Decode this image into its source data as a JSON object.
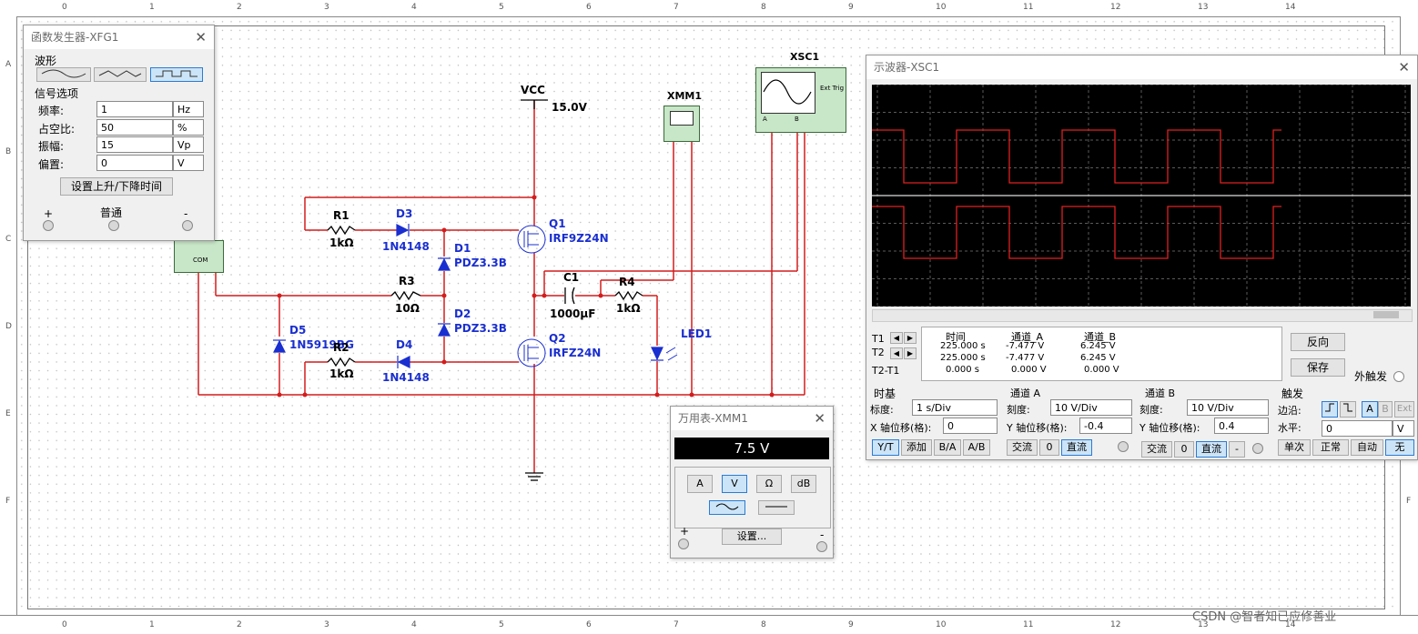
{
  "rulers": {
    "columns": [
      "0",
      "1",
      "2",
      "3",
      "4",
      "5",
      "6",
      "7",
      "8",
      "9",
      "10",
      "11",
      "12",
      "13",
      "14"
    ],
    "rows": [
      "A",
      "B",
      "C",
      "D",
      "E",
      "F"
    ]
  },
  "schematic": {
    "vcc": {
      "label": "VCC",
      "value": "15.0V"
    },
    "r1": {
      "name": "R1",
      "value": "1kΩ"
    },
    "r2": {
      "name": "R2",
      "value": "1kΩ"
    },
    "r3": {
      "name": "R3",
      "value": "10Ω"
    },
    "r4": {
      "name": "R4",
      "value": "1kΩ"
    },
    "d1": {
      "name": "D1",
      "part": "PDZ3.3B"
    },
    "d2": {
      "name": "D2",
      "part": "PDZ3.3B"
    },
    "d3": {
      "name": "D3",
      "part": "1N4148"
    },
    "d4": {
      "name": "D4",
      "part": "1N4148"
    },
    "d5": {
      "name": "D5",
      "part": "1N5919BG"
    },
    "q1": {
      "name": "Q1",
      "part": "IRF9Z24N"
    },
    "q2": {
      "name": "Q2",
      "part": "IRFZ24N"
    },
    "c1": {
      "name": "C1",
      "value": "1000µF"
    },
    "led1": {
      "name": "LED1"
    },
    "xmm1": {
      "name": "XMM1"
    },
    "xsc1": {
      "name": "XSC1",
      "ext_trig": "Ext Trig",
      "ch_a": "A",
      "ch_b": "B"
    },
    "xfg_com": "COM"
  },
  "function_generator": {
    "title": "函数发生器-XFG1",
    "waveform_label": "波形",
    "options_label": "信号选项",
    "selected_wave": "square",
    "rows": [
      {
        "label": "频率:",
        "value": "1",
        "unit": "Hz"
      },
      {
        "label": "占空比:",
        "value": "50",
        "unit": "%"
      },
      {
        "label": "振幅:",
        "value": "15",
        "unit": "Vp"
      },
      {
        "label": "偏置:",
        "value": "0",
        "unit": "V"
      }
    ],
    "rise_fall_button": "设置上升/下降时间",
    "plus": "+",
    "common": "普通",
    "minus": "-"
  },
  "oscilloscope": {
    "title": "示波器-XSC1",
    "t1_label": "T1",
    "t2_label": "T2",
    "t2t1_label": "T2-T1",
    "col_time": "时间",
    "col_ch_a": "通道_A",
    "col_ch_b": "通道_B",
    "readings": [
      {
        "time": "225.000 s",
        "a": "-7.477 V",
        "b": "6.245 V"
      },
      {
        "time": "225.000 s",
        "a": "-7.477 V",
        "b": "6.245 V"
      },
      {
        "time": "0.000 s",
        "a": "0.000 V",
        "b": "0.000 V"
      }
    ],
    "reverse_button": "反向",
    "save_button": "保存",
    "ext_trigger_label": "外触发",
    "timebase": {
      "title": "时基",
      "scale_label": "标度:",
      "scale_value": "1 s/Div",
      "xpos_label": "X 轴位移(格):",
      "xpos_value": "0",
      "modes": [
        "Y/T",
        "添加",
        "B/A",
        "A/B"
      ]
    },
    "channel_a": {
      "title": "通道 A",
      "scale_label": "刻度:",
      "scale_value": "10 V/Div",
      "ypos_label": "Y 轴位移(格):",
      "ypos_value": "-0.4",
      "coupling": [
        "交流",
        "0",
        "直流"
      ]
    },
    "channel_b": {
      "title": "通道 B",
      "scale_label": "刻度:",
      "scale_value": "10 V/Div",
      "ypos_label": "Y 轴位移(格):",
      "ypos_value": "0.4",
      "coupling": [
        "交流",
        "0",
        "直流",
        "-"
      ]
    },
    "trigger": {
      "title": "触发",
      "edge_label": "边沿:",
      "edge_buttons": [
        "A",
        "B",
        "Ext"
      ],
      "level_label": "水平:",
      "level_value": "0",
      "level_unit": "V",
      "modes": [
        "单次",
        "正常",
        "自动",
        "无"
      ]
    },
    "colors": {
      "screen": "#000000",
      "trace": "#e02020",
      "grid": "#5a5a5a"
    }
  },
  "multimeter": {
    "title": "万用表-XMM1",
    "reading": "7.5 V",
    "modes": [
      "A",
      "V",
      "Ω",
      "dB"
    ],
    "selected_mode": "V",
    "settings_button": "设置...",
    "plus": "+",
    "minus": "-"
  },
  "watermark": "CSDN @智者知已应修善业"
}
